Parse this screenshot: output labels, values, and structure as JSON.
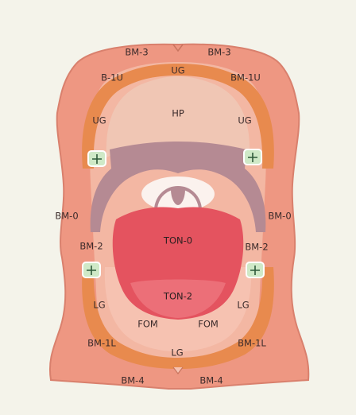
{
  "diagram": {
    "colors": {
      "background": "#f4f3ea",
      "outer_mucosa": "#ee9782",
      "outer_border": "#d9806d",
      "inner_pink": "#f3b7a3",
      "gingiva": "#e88a4e",
      "palate": "#f0c6b4",
      "soft_palate": "#b58a93",
      "tongue": "#e4535f",
      "tongue_tip": "#ec6f78",
      "floor": "#f6c2b1",
      "tooth": "#cfe9c7"
    },
    "labels": {
      "bm3_left": "BM-3",
      "bm3_right": "BM-3",
      "b1u": "B-1U",
      "ug_top": "UG",
      "bm1u": "BM-1U",
      "ug_left": "UG",
      "hp": "HP",
      "ug_right": "UG",
      "bm0_left": "BM-0",
      "bm0_right": "BM-0",
      "bm2_left": "BM-2",
      "ton0": "TON-0",
      "bm2_right": "BM-2",
      "ton2": "TON-2",
      "lg_left": "LG",
      "lg_right": "LG",
      "fom_left": "FOM",
      "fom_right": "FOM",
      "bm1l_left": "BM-1L",
      "bm1l_right": "BM-1L",
      "lg_bottom": "LG",
      "bm4_left": "BM-4",
      "bm4_right": "BM-4"
    }
  }
}
